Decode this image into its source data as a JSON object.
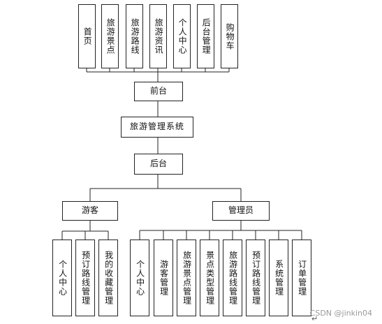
{
  "frontend": {
    "label": "前台",
    "items": [
      "首页",
      "旅游景点",
      "旅游路线",
      "旅游资讯",
      "个人中心",
      "后台管理",
      "购物车"
    ]
  },
  "system": {
    "label": "旅游管理系统"
  },
  "backend": {
    "label": "后台"
  },
  "tourist": {
    "label": "游客",
    "items": [
      "个人中心",
      "预订路线管理",
      "我的收藏管理"
    ]
  },
  "admin": {
    "label": "管理员",
    "items": [
      "个人中心",
      "游客管理",
      "旅游景点管理",
      "景点类型管理",
      "旅游路线管理",
      "预订路线管理",
      "系统管理",
      "订单管理"
    ]
  },
  "watermark": "CSDN @jinkin04"
}
